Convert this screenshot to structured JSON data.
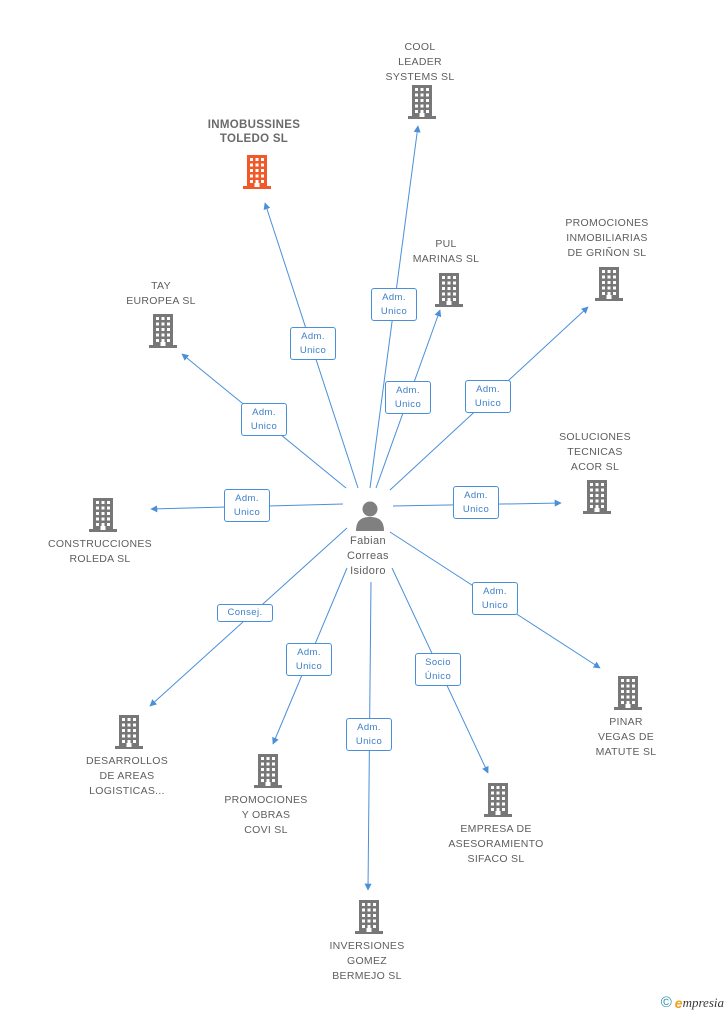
{
  "colors": {
    "edge": "#4a90d9",
    "building": "#777777",
    "highlight": "#f05a28",
    "person": "#808080"
  },
  "person": {
    "lines": [
      "Fabian",
      "Correas",
      "Isidoro"
    ],
    "icon": "person-icon"
  },
  "companies": [
    {
      "id": "cool",
      "lines": [
        "COOL",
        "LEADER",
        "SYSTEMS SL"
      ],
      "label_pos": "above",
      "highlight": false
    },
    {
      "id": "inmobussines",
      "lines": [
        "INMOBUSSINES",
        "TOLEDO SL"
      ],
      "label_pos": "above",
      "highlight": true
    },
    {
      "id": "pul",
      "lines": [
        "PUL",
        "MARINAS SL"
      ],
      "label_pos": "above",
      "highlight": false
    },
    {
      "id": "promociones_grinon",
      "lines": [
        "PROMOCIONES",
        "INMOBILIARIAS",
        "DE GRIÑON SL"
      ],
      "label_pos": "above",
      "highlight": false
    },
    {
      "id": "tay",
      "lines": [
        "TAY",
        "EUROPEA SL"
      ],
      "label_pos": "above",
      "highlight": false
    },
    {
      "id": "soluciones",
      "lines": [
        "SOLUCIONES",
        "TECNICAS",
        "ACOR SL"
      ],
      "label_pos": "above",
      "highlight": false
    },
    {
      "id": "construcciones",
      "lines": [
        "CONSTRUCCIONES",
        "ROLEDA SL"
      ],
      "label_pos": "below",
      "highlight": false
    },
    {
      "id": "pinar",
      "lines": [
        "PINAR",
        "VEGAS DE",
        "MATUTE SL"
      ],
      "label_pos": "below",
      "highlight": false
    },
    {
      "id": "desarrollos",
      "lines": [
        "DESARROLLOS",
        "DE AREAS",
        "LOGISTICAS..."
      ],
      "label_pos": "below",
      "highlight": false
    },
    {
      "id": "promociones_covi",
      "lines": [
        "PROMOCIONES",
        "Y OBRAS",
        "COVI SL"
      ],
      "label_pos": "below",
      "highlight": false
    },
    {
      "id": "empresa",
      "lines": [
        "EMPRESA DE",
        "ASESORAMIENTO",
        "SIFACO SL"
      ],
      "label_pos": "below",
      "highlight": false
    },
    {
      "id": "inversiones",
      "lines": [
        "INVERSIONES",
        "GOMEZ",
        "BERMEJO SL"
      ],
      "label_pos": "below",
      "highlight": false
    }
  ],
  "edges": [
    {
      "to": "cool",
      "role": [
        "Adm.",
        "Unico"
      ]
    },
    {
      "to": "inmobussines",
      "role": [
        "Adm.",
        "Unico"
      ]
    },
    {
      "to": "pul",
      "role": [
        "Adm.",
        "Unico"
      ]
    },
    {
      "to": "promociones_grinon",
      "role": [
        "Adm.",
        "Unico"
      ]
    },
    {
      "to": "tay",
      "role": [
        "Adm.",
        "Unico"
      ]
    },
    {
      "to": "soluciones",
      "role": [
        "Adm.",
        "Unico"
      ]
    },
    {
      "to": "construcciones",
      "role": [
        "Adm.",
        "Unico"
      ]
    },
    {
      "to": "pinar",
      "role": [
        "Adm.",
        "Unico"
      ]
    },
    {
      "to": "desarrollos",
      "role": [
        "Consej."
      ]
    },
    {
      "to": "promociones_covi",
      "role": [
        "Adm.",
        "Unico"
      ]
    },
    {
      "to": "empresa",
      "role": [
        "Socio",
        "Único"
      ]
    },
    {
      "to": "inversiones",
      "role": [
        "Adm.",
        "Unico"
      ]
    }
  ],
  "footer": {
    "copyright": "©",
    "brand_initial": "e",
    "brand_rest": "mpresia"
  }
}
